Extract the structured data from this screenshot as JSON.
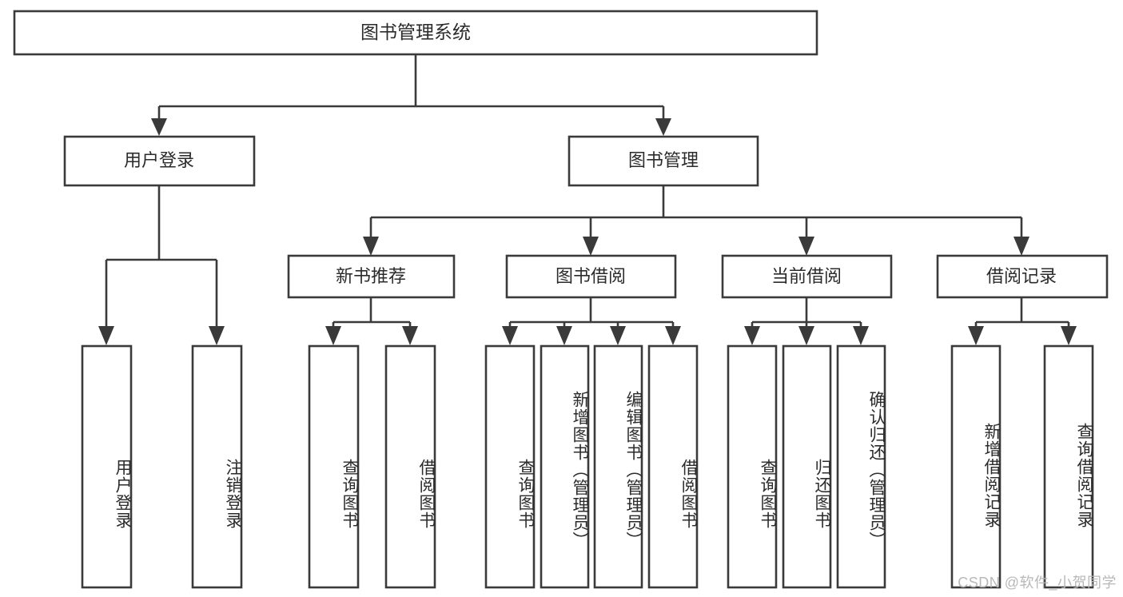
{
  "diagram": {
    "type": "tree",
    "title": "图书管理系统",
    "orientation": "top-down",
    "colors": {
      "box_fill": "#ffffff",
      "box_stroke": "#3a3a3a",
      "text": "#2b2b2b",
      "background": "#ffffff",
      "watermark": "#b8b8b8"
    },
    "root": {
      "label": "图书管理系统"
    },
    "level2": [
      {
        "label": "用户登录"
      },
      {
        "label": "图书管理"
      }
    ],
    "level3": [
      {
        "label": "新书推荐"
      },
      {
        "label": "图书借阅"
      },
      {
        "label": "当前借阅"
      },
      {
        "label": "借阅记录"
      }
    ],
    "leaves": {
      "user_login": [
        {
          "label": "用户登录"
        },
        {
          "label": "注销登录"
        }
      ],
      "new_book_recommend": [
        {
          "label": "查询图书"
        },
        {
          "label": "借阅图书"
        }
      ],
      "book_borrow": [
        {
          "label": "查询图书"
        },
        {
          "label": "新增图书（管理员）"
        },
        {
          "label": "编辑图书（管理员）"
        },
        {
          "label": "借阅图书"
        }
      ],
      "current_borrow": [
        {
          "label": "查询图书"
        },
        {
          "label": "归还图书"
        },
        {
          "label": "确认归还（管理员）"
        }
      ],
      "borrow_record": [
        {
          "label": "新增借阅记录"
        },
        {
          "label": "查询借阅记录"
        }
      ]
    }
  },
  "watermark": {
    "text": "CSDN @软件_小贺同学"
  }
}
